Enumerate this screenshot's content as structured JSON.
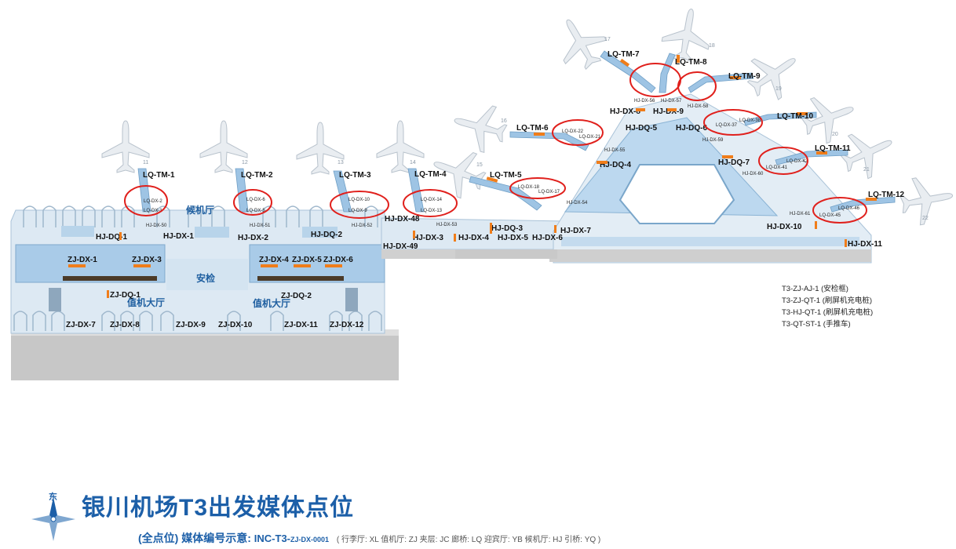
{
  "title": "银川机场T3出发媒体点位",
  "subtitle": {
    "prefix": "(全点位) 媒体编号示意:",
    "code": "INC-T3-",
    "code_small": "ZJ-DX-0001",
    "abbreviations": "( 行李厅: XL   值机厅: ZJ   夹层: JC   廊桥: LQ   迎宾厅: YB   候机厅: HJ   引桥: YQ )"
  },
  "compass": {
    "label": "东"
  },
  "legend": [
    "T3-ZJ-AJ-1 (安检框)",
    "T3-ZJ-QT-1 (刷屏机充电桩)",
    "T3-HJ-QT-1 (刷屏机充电桩)",
    "T3-QT-ST-1 (手推车)"
  ],
  "zones": {
    "waiting_hall": "候机厅",
    "security": "安检",
    "checkin_hall_left": "值机大厅",
    "checkin_hall_right": "值机大厅"
  },
  "gate_numbers": [
    "11",
    "12",
    "13",
    "14",
    "15",
    "16",
    "17",
    "18",
    "19",
    "20",
    "21",
    "22"
  ],
  "jet_bridges": [
    "LQ-TM-1",
    "LQ-TM-2",
    "LQ-TM-3",
    "LQ-TM-4",
    "LQ-TM-5",
    "LQ-TM-6",
    "LQ-TM-7",
    "LQ-TM-8",
    "LQ-TM-9",
    "LQ-TM-10",
    "LQ-TM-11",
    "LQ-TM-12"
  ],
  "points": {
    "HJ-DX-1": "HJ-DX-1",
    "HJ-DQ-1": "HJ-DQ-1",
    "HJ-DX-2": "HJ-DX-2",
    "HJ-DQ-2": "HJ-DQ-2",
    "HJ-DX-48": "HJ-DX-48",
    "HJ-DX-49": "HJ-DX-49",
    "HJ-DX-3": "HJ-DX-3",
    "HJ-DX-4": "HJ-DX-4",
    "HJ-DQ-3": "HJ-DQ-3",
    "HJ-DX-5": "HJ-DX-5",
    "HJ-DX-6": "HJ-DX-6",
    "HJ-DX-7": "HJ-DX-7",
    "HJ-DX-8": "HJ-DX-8",
    "HJ-DQ-5": "HJ-DQ-5",
    "HJ-DX-9": "HJ-DX-9",
    "HJ-DQ-6": "HJ-DQ-6",
    "HJ-DQ-4": "HJ-DQ-4",
    "HJ-DQ-7": "HJ-DQ-7",
    "HJ-DX-10": "HJ-DX-10",
    "HJ-DX-11": "HJ-DX-11",
    "ZJ-DX-1": "ZJ-DX-1",
    "ZJ-DX-3": "ZJ-DX-3",
    "ZJ-DX-4": "ZJ-DX-4",
    "ZJ-DX-5": "ZJ-DX-5",
    "ZJ-DX-6": "ZJ-DX-6",
    "ZJ-DQ-1": "ZJ-DQ-1",
    "ZJ-DQ-2": "ZJ-DQ-2",
    "ZJ-DX-7": "ZJ-DX-7",
    "ZJ-DX-8": "ZJ-DX-8",
    "ZJ-DX-9": "ZJ-DX-9",
    "ZJ-DX-10": "ZJ-DX-10",
    "ZJ-DX-11": "ZJ-DX-11",
    "ZJ-DX-12": "ZJ-DX-12"
  },
  "small_points": {
    "HJ-DX-50": "HJ-DX-50",
    "HJ-DX-51": "HJ-DX-51",
    "HJ-DX-52": "HJ-DX-52",
    "HJ-DX-53": "HJ-DX-53",
    "HJ-DX-54": "HJ-DX-54",
    "HJ-DX-55": "HJ-DX-55",
    "HJ-DX-56": "HJ-DX-56",
    "HJ-DX-57": "HJ-DX-57",
    "HJ-DX-58": "HJ-DX-58",
    "HJ-DX-59": "HJ-DX-59",
    "HJ-DX-60": "HJ-DX-60",
    "HJ-DX-61": "HJ-DX-61"
  },
  "bridge_points": {
    "LQ-DX-2": "LQ-DX-2",
    "LQ-DX-1": "LQ-DX-1",
    "LQ-DX-6": "LQ-DX-6",
    "LQ-DX-5": "LQ-DX-5",
    "LQ-DX-10": "LQ-DX-10",
    "LQ-DX-9": "LQ-DX-9",
    "LQ-DX-14": "LQ-DX-14",
    "LQ-DX-13": "LQ-DX-13",
    "LQ-DX-18": "LQ-DX-18",
    "LQ-DX-17": "LQ-DX-17",
    "LQ-DX-22": "LQ-DX-22",
    "LQ-DX-21": "LQ-DX-21",
    "LQ-DX-37": "LQ-DX-37",
    "LQ-DX-38": "LQ-DX-38",
    "LQ-DX-42": "LQ-DX-42",
    "LQ-DX-41": "LQ-DX-41",
    "LQ-DX-46": "LQ-DX-46",
    "LQ-DX-45": "LQ-DX-45"
  },
  "colors": {
    "title": "#1c5fa8",
    "highlight_circle": "#e0201c",
    "media_marker": "#f07d1a",
    "floor": "#c9dcec"
  }
}
